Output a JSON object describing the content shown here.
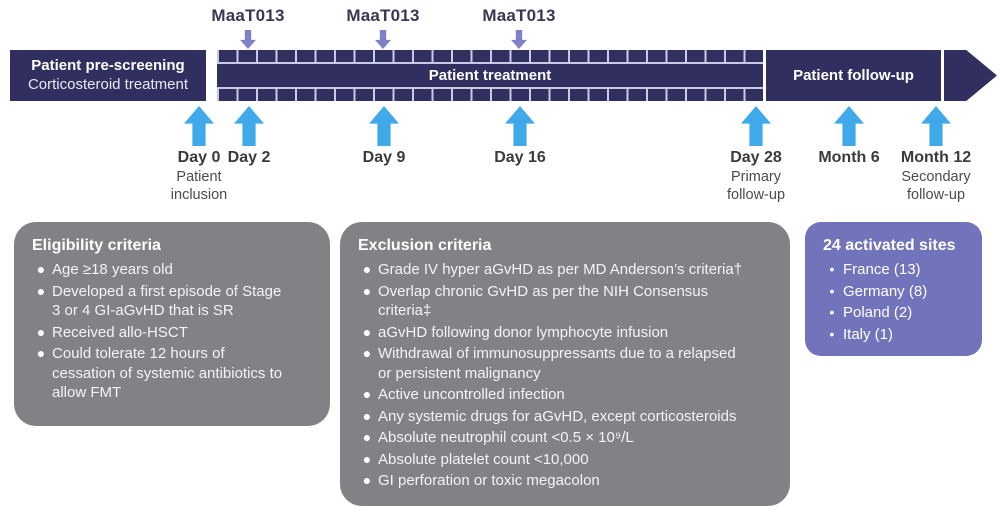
{
  "colors": {
    "navy": "#312f5f",
    "cell_line": "#c9cbe4",
    "arrow_blue": "#3fa9ea",
    "arrow_purple": "#7e81c6",
    "box_gray": "#808285",
    "box_purple": "#7173bb"
  },
  "timeline": {
    "doses": [
      {
        "label": "MaaT013"
      },
      {
        "label": "MaaT013"
      },
      {
        "label": "MaaT013"
      }
    ],
    "segments": {
      "pre_screening_title": "Patient pre-screening",
      "pre_screening_subtitle": "Corticosteroid treatment",
      "treatment_label": "Patient treatment",
      "follow_up_label": "Patient follow-up"
    },
    "milestones": [
      {
        "label": "Day 0",
        "sublabel": "Patient\ninclusion"
      },
      {
        "label": "Day 2",
        "sublabel": ""
      },
      {
        "label": "Day 9",
        "sublabel": ""
      },
      {
        "label": "Day 16",
        "sublabel": ""
      },
      {
        "label": "Day 28",
        "sublabel": "Primary\nfollow-up"
      },
      {
        "label": "Month 6",
        "sublabel": ""
      },
      {
        "label": "Month 12",
        "sublabel": "Secondary\nfollow-up"
      }
    ]
  },
  "boxes": {
    "eligibility": {
      "title": "Eligibility criteria",
      "bullets": [
        "Age ≥18 years old",
        "Developed a first episode of Stage\n3 or 4 GI-aGvHD that is SR",
        "Received allo-HSCT",
        "Could tolerate 12 hours of\ncessation of systemic antibiotics to\nallow FMT"
      ]
    },
    "exclusion": {
      "title": "Exclusion criteria",
      "bullets": [
        "Grade IV hyper aGvHD as per MD Anderson’s criteria†",
        "Overlap chronic GvHD as per the NIH Consensus\ncriteria‡",
        "aGvHD following donor lymphocyte infusion",
        "Withdrawal of immunosuppressants due to a relapsed\nor persistent malignancy",
        "Active uncontrolled infection",
        "Any systemic drugs for aGvHD, except corticosteroids",
        "Absolute neutrophil count <0.5 × 10⁹/L",
        "Absolute platelet count <10,000",
        "GI perforation or toxic megacolon"
      ]
    },
    "sites": {
      "title": "24 activated sites",
      "bullets": [
        "France (13)",
        "Germany (8)",
        "Poland (2)",
        "Italy (1)"
      ]
    }
  }
}
